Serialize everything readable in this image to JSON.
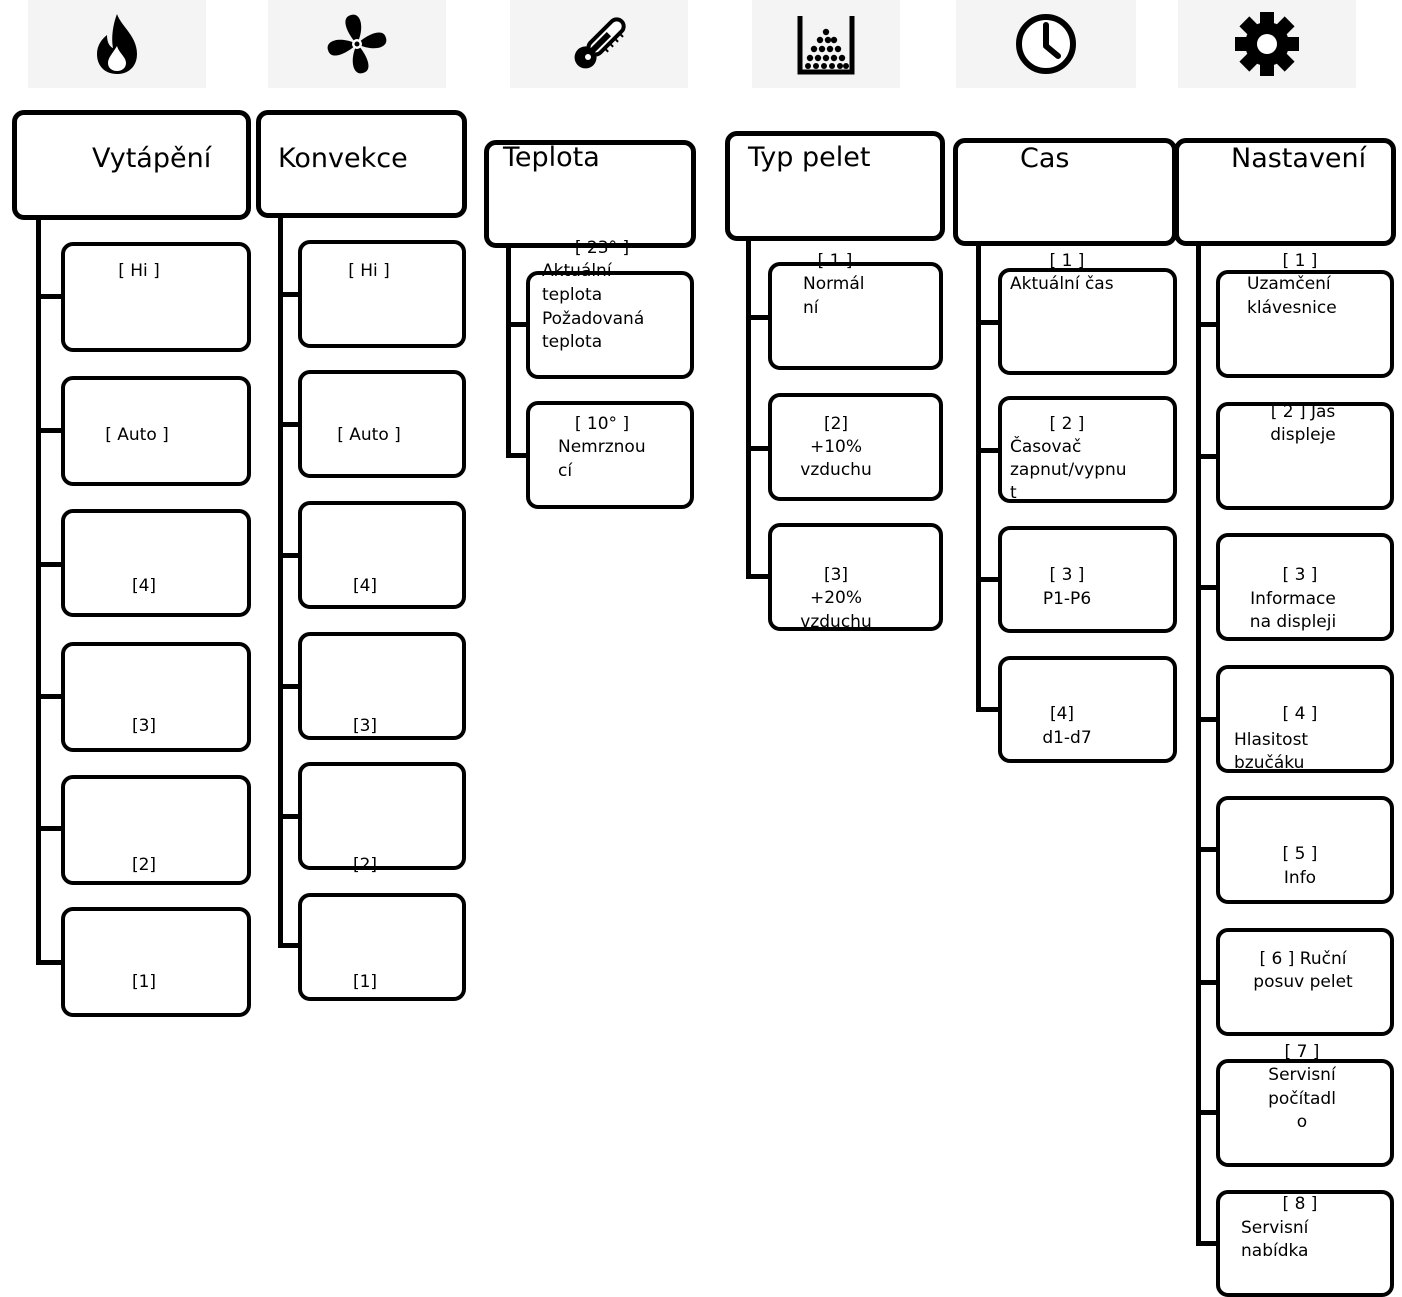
{
  "icons": [
    {
      "name": "flame-icon"
    },
    {
      "name": "fan-icon"
    },
    {
      "name": "thermometer-icon"
    },
    {
      "name": "pellets-icon"
    },
    {
      "name": "clock-icon"
    },
    {
      "name": "gear-icon"
    }
  ],
  "columns": {
    "vytapeni": {
      "title": "Vytápění",
      "items": [
        {
          "label": "[ Hi ]"
        },
        {
          "label": "[ Auto ]"
        },
        {
          "label": "[4]"
        },
        {
          "label": "[3]"
        },
        {
          "label": "[2]"
        },
        {
          "label": "[1]"
        }
      ]
    },
    "konvekce": {
      "title": "Konvekce",
      "items": [
        {
          "label": "[ Hi ]"
        },
        {
          "label": "[ Auto ]"
        },
        {
          "label": "[4]"
        },
        {
          "label": "[3]"
        },
        {
          "label": "[2]"
        },
        {
          "label": "[1]"
        }
      ]
    },
    "teplota": {
      "title": "Teplota",
      "items": [
        {
          "label": "[ 23° ]",
          "lines": [
            "Aktuální",
            "teplota",
            "Požadovaná",
            "teplota"
          ]
        },
        {
          "label": "[ 10° ]",
          "lines": [
            "Nemrznou",
            "cí"
          ]
        }
      ]
    },
    "typ_pelet": {
      "title": "Typ pelet",
      "items": [
        {
          "label": "[ 1 ]",
          "lines": [
            "Normál",
            "ní"
          ]
        },
        {
          "label": "[2]",
          "lines": [
            "+10%",
            "vzduchu"
          ]
        },
        {
          "label": "[3]",
          "lines": [
            "+20%",
            "vzduchu"
          ]
        }
      ]
    },
    "cas": {
      "title": "Cas",
      "items": [
        {
          "label": "[ 1 ]",
          "lines": [
            "Aktuální čas"
          ]
        },
        {
          "label": "[ 2 ]",
          "lines": [
            "Časovač",
            "zapnut/vypnu",
            "t"
          ]
        },
        {
          "label": "[ 3 ]",
          "lines": [
            "P1-P6"
          ]
        },
        {
          "label": "[4]",
          "lines": [
            "d1-d7"
          ]
        }
      ]
    },
    "nastaveni": {
      "title": "Nastavení",
      "items": [
        {
          "label": "[ 1 ]",
          "lines": [
            "Uzamčení",
            "klávesnice"
          ]
        },
        {
          "label": "[ 2 ] Jas",
          "lines": [
            "displeje"
          ]
        },
        {
          "label": "[ 3 ]",
          "lines": [
            "Informace",
            "na displeji"
          ]
        },
        {
          "label": "[ 4 ]",
          "lines": [
            "Hlasitost",
            "bzučáku"
          ]
        },
        {
          "label": "[ 5 ]",
          "lines": [
            "Info"
          ]
        },
        {
          "label": "[ 6 ] Ruční",
          "lines": [
            "posuv pelet"
          ]
        },
        {
          "label": "[ 7 ]",
          "lines": [
            "Servisní",
            "počítadl",
            "o"
          ]
        },
        {
          "label": "[ 8 ]",
          "lines": [
            "Servisní",
            "nabídka"
          ]
        }
      ]
    }
  }
}
